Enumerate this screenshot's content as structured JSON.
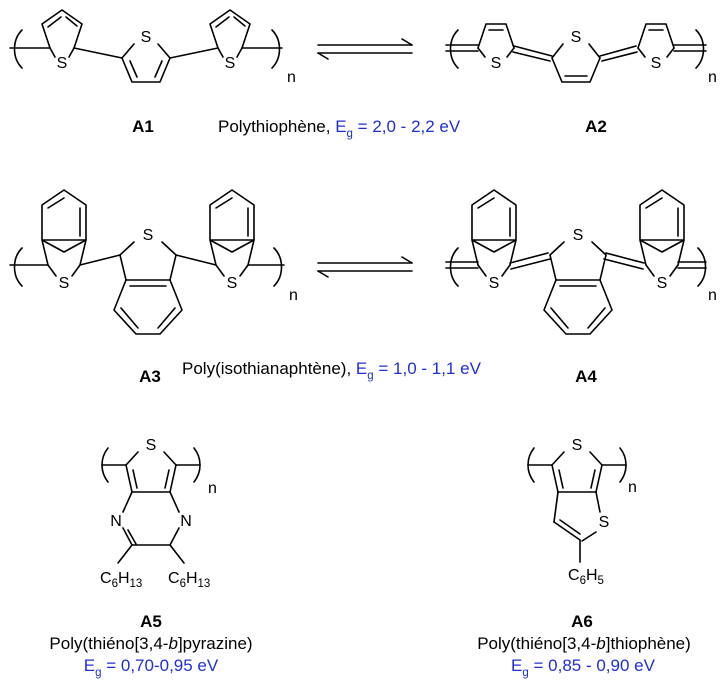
{
  "atoms": {
    "sulfur": "S",
    "nitrogen": "N",
    "repeat": "n"
  },
  "substituents": {
    "hexyl_c": "C",
    "hexyl_sub1": "6",
    "hexyl_h": "H",
    "hexyl_sub2": "13",
    "phenyl_c": "C",
    "phenyl_sub1": "6",
    "phenyl_h": "H",
    "phenyl_sub2": "5"
  },
  "labels": {
    "a1": "A1",
    "a2": "A2",
    "a3": "A3",
    "a4": "A4",
    "a5": "A5",
    "a6": "A6"
  },
  "captions": {
    "polythiophene_name": "Polythiophène, ",
    "polythiophene_eg_e": "E",
    "polythiophene_eg_sub": "g",
    "polythiophene_eg_value": " = 2,0 - 2,2 eV",
    "pitn_name": "Poly(isothianaphtène), ",
    "pitn_eg_e": "E",
    "pitn_eg_sub": "g",
    "pitn_eg_value": " = 1,0 - 1,1 eV",
    "a5_name_pre": "Poly(thiéno[3,4-",
    "a5_name_italic": "b",
    "a5_name_post": "]pyrazine)",
    "a5_eg_e": "E",
    "a5_eg_sub": "g",
    "a5_eg_value": " = 0,70-0,95 eV",
    "a6_name_pre": "Poly(thiéno[3,4-",
    "a6_name_italic": "b",
    "a6_name_post": "]thiophène)",
    "a6_eg_e": "E",
    "a6_eg_sub": "g",
    "a6_eg_value": " = 0,85 - 0,90 eV"
  }
}
